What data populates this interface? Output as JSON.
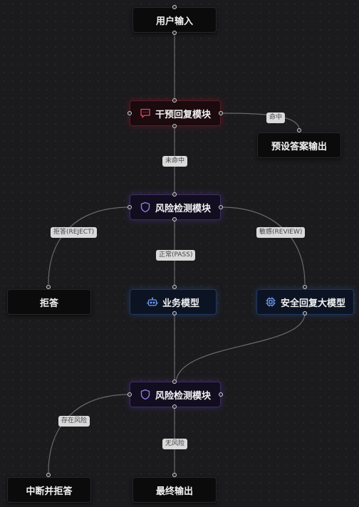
{
  "nodes": {
    "user_input": "用户输入",
    "intervene": "干预回复模块",
    "preset_output": "预设答案输出",
    "risk_check_1": "风险检测模块",
    "refuse": "拒答",
    "business_model": "业务模型",
    "safe_model": "安全回复大模型",
    "risk_check_2": "风险检测模块",
    "interrupt_refuse": "中断并拒答",
    "final_output": "最终输出"
  },
  "edge_labels": {
    "hit": "命中",
    "miss": "未命中",
    "reject": "拒答(REJECT)",
    "review": "敏感(REVIEW)",
    "pass": "正常(PASS)",
    "has_risk": "存在风险",
    "no_risk": "无风险"
  },
  "colors": {
    "intervene": "#e04a5c",
    "risk": "#8f7ce0",
    "model": "#6f9bf0"
  },
  "icons": {
    "intervene": "message-alert-icon",
    "risk": "shield-icon",
    "business": "robot-icon",
    "safe": "cpu-chip-icon"
  }
}
